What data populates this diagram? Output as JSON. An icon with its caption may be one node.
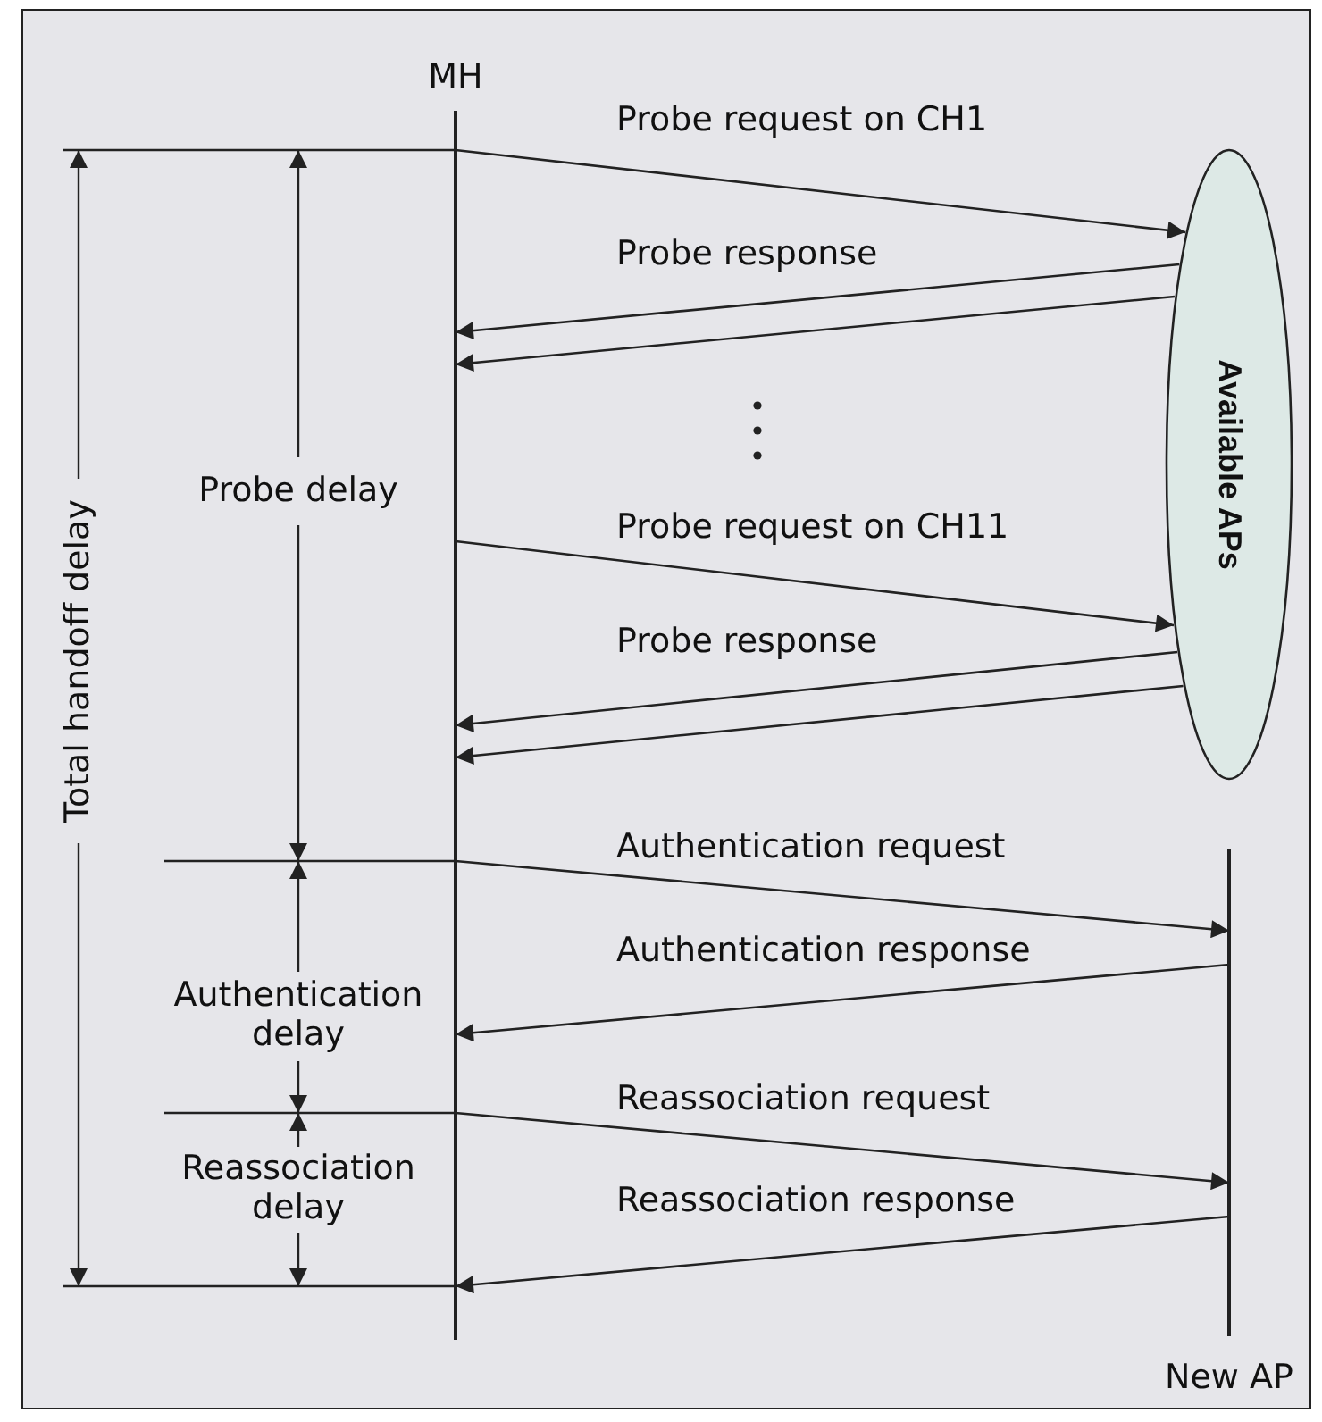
{
  "diagram": {
    "nodes": [
      {
        "text": [
          "MH"
        ]
      },
      {
        "text": [
          "Available APs"
        ]
      },
      {
        "text": [
          "New AP"
        ]
      }
    ],
    "edges": [
      {
        "from": 0,
        "to": 1,
        "arrow": "to",
        "label": "Probe request on CH1"
      },
      {
        "from": 1,
        "to": 0,
        "arrow": "to",
        "label": "Probe response"
      },
      {
        "from": 1,
        "to": 0,
        "arrow": "to"
      },
      {
        "from": 0,
        "to": 1,
        "arrow": "to",
        "label": "Probe request on CH11"
      },
      {
        "from": 1,
        "to": 0,
        "arrow": "to",
        "label": "Probe response"
      },
      {
        "from": 1,
        "to": 0,
        "arrow": "to"
      },
      {
        "from": 0,
        "to": 2,
        "arrow": "to",
        "label": "Authentication request"
      },
      {
        "from": 2,
        "to": 0,
        "arrow": "to",
        "label": "Authentication response"
      },
      {
        "from": 0,
        "to": 2,
        "arrow": "to",
        "label": "Reassociation request"
      },
      {
        "from": 2,
        "to": 0,
        "arrow": "to",
        "label": "Reassociation response"
      }
    ],
    "labels": [
      "Total handoff delay",
      "Probe delay",
      "Authentication delay",
      "Reassociation delay"
    ]
  }
}
